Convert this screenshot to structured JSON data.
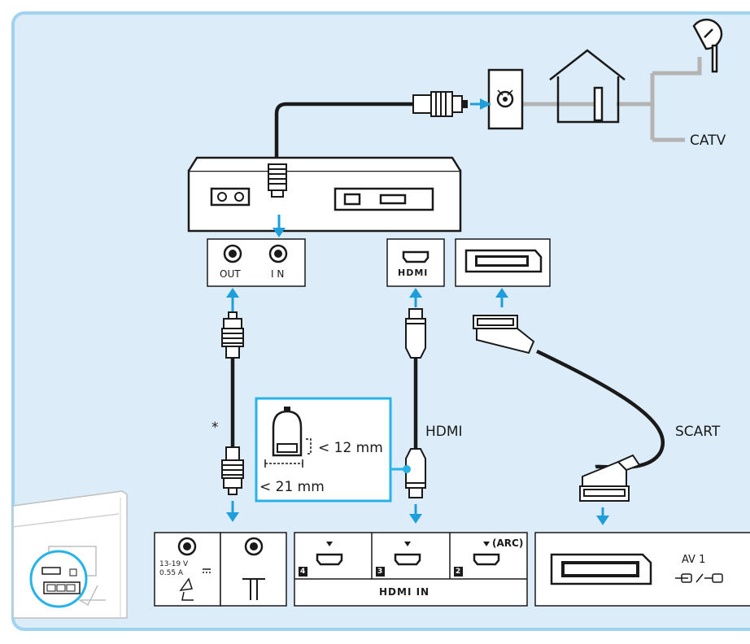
{
  "diagram": {
    "catv_label": "CATV",
    "out_label": "OUT",
    "in_label": "I N",
    "hdmi_port_logo": "HDMI",
    "hdmi_cable_label": "HDMI",
    "scart_cable_label": "SCART",
    "asterisk": "*",
    "dimension_height": "< 12 mm",
    "dimension_width": "< 21 mm",
    "satellite_voltage": "13-19  V",
    "satellite_current": "0.55  A",
    "hdmi_port_4": "4",
    "hdmi_port_3": "3",
    "hdmi_port_2": "2",
    "arc_label": "(ARC)",
    "hdmi_in_label": "HDMI IN",
    "av_label": "AV  1",
    "colors": {
      "background": "#dcedf9",
      "frame": "#9ed4f0",
      "arrow": "#1e9fdc",
      "callout": "#27b2e8",
      "cable": "#1a1a1a",
      "antenna_line": "#b4b4b4"
    },
    "icons": [
      "satellite-dish-icon",
      "house-icon",
      "wall-socket-icon",
      "set-top-box",
      "satellite-input-icon",
      "antenna-input-icon",
      "hdmi-port-icon",
      "scart-port-icon",
      "av-in-out-icon",
      "tv-rear-icon"
    ]
  }
}
